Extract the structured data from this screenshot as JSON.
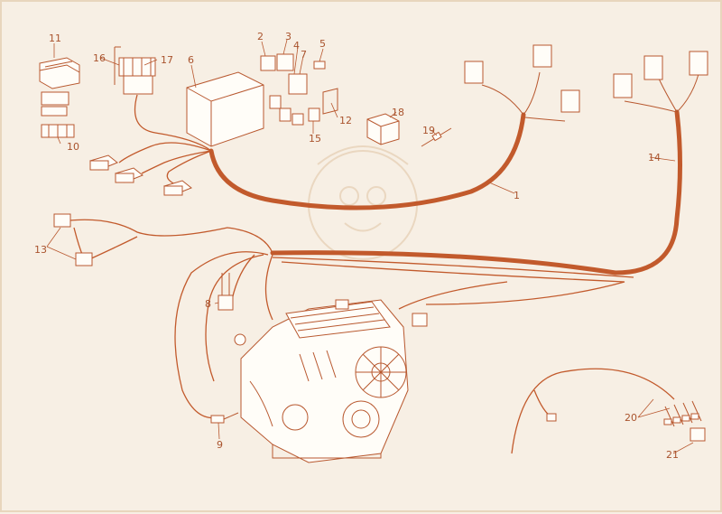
{
  "diagram": {
    "accent_color": "#c25a2c",
    "background_color": "#f7efe4",
    "callouts": [
      "1",
      "2",
      "3",
      "4",
      "5",
      "6",
      "7",
      "8",
      "9",
      "10",
      "11",
      "12",
      "13",
      "14",
      "15",
      "16",
      "17",
      "18",
      "19",
      "20",
      "21"
    ]
  }
}
